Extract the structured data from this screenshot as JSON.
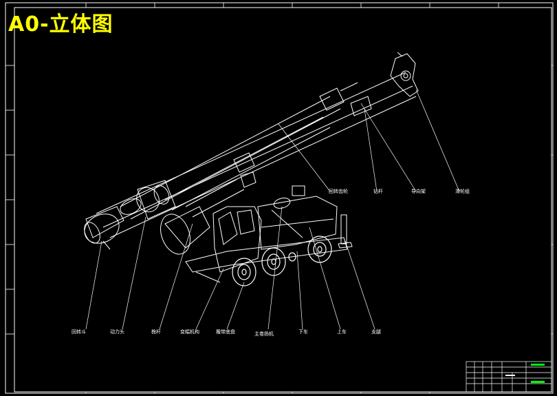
{
  "title": "A0-立体图",
  "callouts": [
    "回转斗",
    "动力头",
    "桅杆",
    "变幅机构",
    "履带底盘",
    "主卷扬机",
    "下车",
    "上车",
    "支腿",
    "回转齿轮",
    "钻杆",
    "导向架",
    "滑轮组"
  ],
  "colors": {
    "background": "#000000",
    "lines": "#ffffff",
    "title": "#ffff00",
    "titleblock_accent": "#00ff00"
  }
}
